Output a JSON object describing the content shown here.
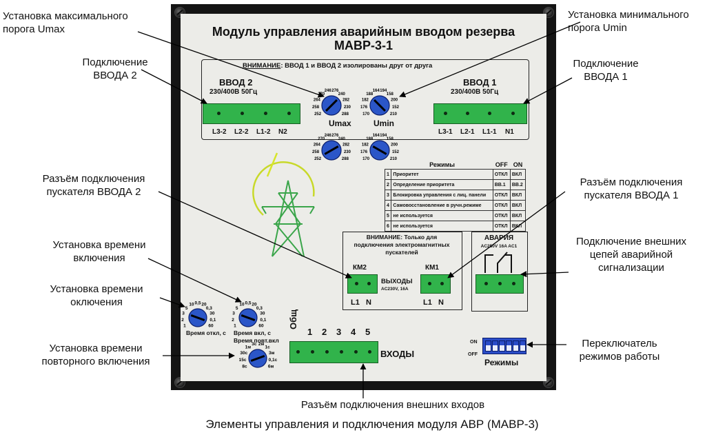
{
  "callouts": {
    "umax": "Установка максимального\nпорога Umax",
    "input2": "Подключение\nВВОДА 2",
    "starter2": "Разъём подключения\nпускателя ВВОДА 2",
    "time_on": "Установка времени\nвключения",
    "time_off": "Установка времени\nоключения",
    "time_reclose": "Установка времени\nповторного включения",
    "umin": "Установка минимального\nпорога Umin",
    "input1": "Подключение\nВВОДА 1",
    "starter1": "Разъём подключения\nпускателя ВВОДА 1",
    "alarm": "Подключение внешних\nцепей аварийной\nсигнализации",
    "mode_switch": "Переключатель\nрежимов работы",
    "ext_inputs": "Разъём подключения внешних входов"
  },
  "caption": "Элементы управления и подключения модуля АВР (МАВР-3)",
  "panel": {
    "title_line1": "Модуль управления аварийным вводом резерва",
    "title_line2": "МАВР-3-1",
    "warning_prefix": "ВНИМАНИЕ",
    "warning_text": ": ВВОД 1 и ВВОД 2 изолированы друг от друга",
    "input2_title": "ВВОД 2",
    "input2_spec": "230/400В 50Гц",
    "input2_terms": [
      "L3-2",
      "L2-2",
      "L1-2",
      "N2"
    ],
    "input1_title": "ВВОД 1",
    "input1_spec": "230/400В 50Гц",
    "input1_terms": [
      "L3-1",
      "L2-1",
      "L1-1",
      "N1"
    ],
    "umax_label": "Umax",
    "umin_label": "Umin",
    "umax_scale": [
      "252",
      "258",
      "264",
      "270",
      "246",
      "276",
      "240",
      "282",
      "230",
      "288"
    ],
    "umin_scale": [
      "170",
      "176",
      "182",
      "188",
      "164",
      "194",
      "158",
      "200",
      "152",
      "210"
    ],
    "modes_title": "Режимы",
    "modes_off": "OFF",
    "modes_on": "ON",
    "modes": [
      {
        "n": "1",
        "name": "Приоритет",
        "off": "ОТКЛ",
        "on": "ВКЛ"
      },
      {
        "n": "2",
        "name": "Определение приоритета",
        "off": "ВВ.1",
        "on": "ВВ.2"
      },
      {
        "n": "3",
        "name": "Блокировка управления с лиц. панели",
        "off": "ОТКЛ",
        "on": "ВКЛ"
      },
      {
        "n": "4",
        "name": "Самовосстановление в ручн.режиме",
        "off": "ОТКЛ",
        "on": "ВКЛ"
      },
      {
        "n": "5",
        "name": "не используется",
        "off": "ОТКЛ",
        "on": "ВКЛ"
      },
      {
        "n": "6",
        "name": "не используется",
        "off": "ОТКЛ",
        "on": "ВКЛ"
      }
    ],
    "km_warning": "ВНИМАНИЕ: Только для\nподключения электромагнитных\nпускателей",
    "km2": "КМ2",
    "km1": "КМ1",
    "outputs_title": "ВЫХОДЫ",
    "outputs_spec": "AC230V, 16A",
    "km_terms": [
      "L1",
      "N"
    ],
    "alarm_title": "АВАРИЯ",
    "alarm_spec": "AC250V  16A  AC1",
    "time_off_scale": [
      "1",
      "2",
      "3",
      "5",
      "10",
      "0,5",
      "20",
      "0,3",
      "30",
      "0,1",
      "60"
    ],
    "time_off_label": "Время откл, с",
    "time_on_scale": [
      "1",
      "2",
      "3",
      "5",
      "10",
      "0,5",
      "20",
      "0,3",
      "30",
      "0,1",
      "60"
    ],
    "time_on_label": "Время вкл, с",
    "reclose_label": "Время повт.вкл",
    "reclose_scale": [
      "8с",
      "15с",
      "30с",
      "1м",
      "3с",
      "2м",
      "1с",
      "3м",
      "0,1с",
      "6м"
    ],
    "common_label": "Общ",
    "input_numbers": [
      "1",
      "2",
      "3",
      "4",
      "5"
    ],
    "inputs_label": "ВХОДЫ",
    "dip_on": "ON",
    "dip_off": "OFF",
    "dip_label": "Режимы"
  },
  "colors": {
    "terminal_green": "#31b34b",
    "dial_blue": "#2b56c8",
    "dip_blue": "#2a4cc8",
    "panel_frame": "#141414"
  }
}
